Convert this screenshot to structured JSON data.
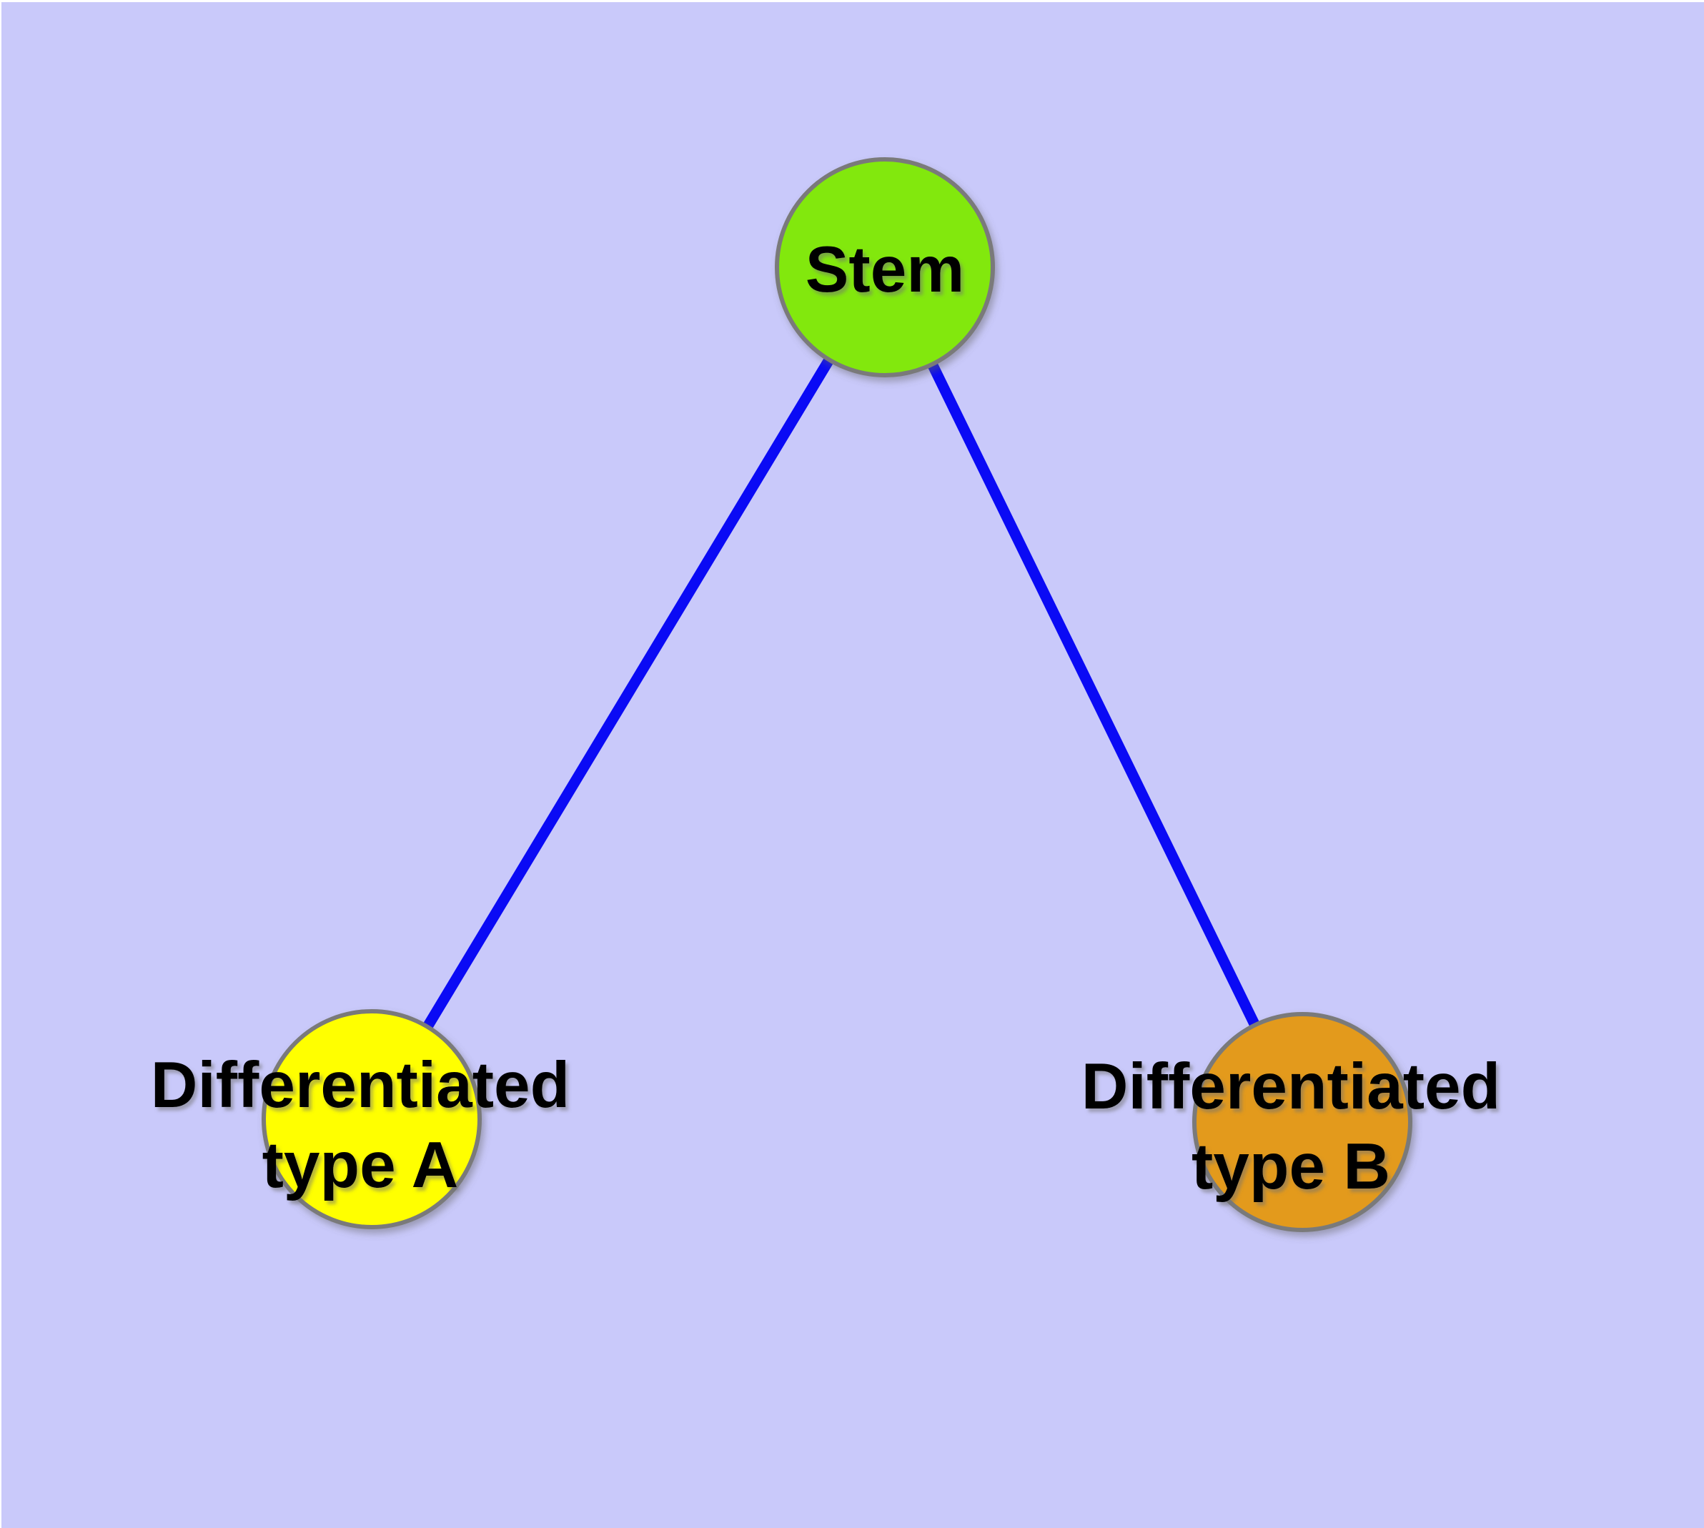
{
  "figure": {
    "description": "Stem cell differentiation diagram: one stem node branching to two differentiated cell type nodes",
    "background_color": "#C9C9FA",
    "margin_color": "#FFFFFF",
    "edge_color": "#0A0AF5",
    "node_border_color": "#7A7A7A",
    "label_color": "#000000",
    "nodes": {
      "stem": {
        "label": "Stem",
        "fill_color": "#82E80D"
      },
      "type_a": {
        "label_line_1": "Differentiated",
        "label_line_2": "type A",
        "fill_color": "#FFFF00"
      },
      "type_b": {
        "label_line_1": "Differentiated",
        "label_line_2": "type B",
        "fill_color": "#E39A1E"
      }
    },
    "edges": [
      {
        "from": "Stem",
        "to": "Differentiated type A"
      },
      {
        "from": "Stem",
        "to": "Differentiated type B"
      }
    ]
  }
}
